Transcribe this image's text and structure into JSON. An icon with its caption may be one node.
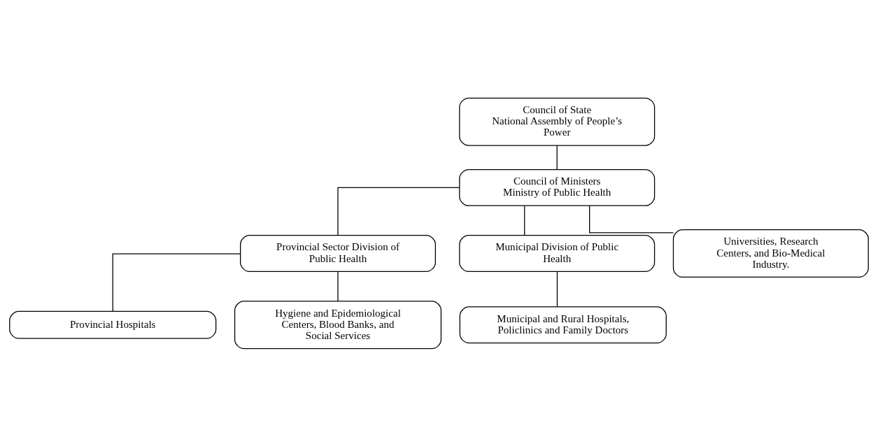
{
  "diagram": {
    "nodes": [
      {
        "text": [
          "Council of State",
          "National Assembly of People’s Power"
        ]
      },
      {
        "text": [
          "Council of Ministers",
          "Ministry of Public Health"
        ]
      },
      {
        "text": [
          "Provincial Sector Division of Public Health"
        ]
      },
      {
        "text": [
          "Municipal Division of Public Health"
        ]
      },
      {
        "text": [
          "Universities, Research Centers, and Bio-Medical Industry."
        ]
      },
      {
        "text": [
          "Provincial Hospitals"
        ]
      },
      {
        "text": [
          "Hygiene and Epidemiological Centers, Blood Banks, and Social Services"
        ]
      },
      {
        "text": [
          "Municipal and Rural Hospitals, Policlinics and Family Doctors"
        ]
      }
    ],
    "edges": [
      {
        "from": 0,
        "to": 1,
        "arrow": "none"
      },
      {
        "from": 1,
        "to": 2,
        "arrow": "none"
      },
      {
        "from": 1,
        "to": 3,
        "arrow": "none"
      },
      {
        "from": 1,
        "to": 4,
        "arrow": "none"
      },
      {
        "from": 2,
        "to": 5,
        "arrow": "none"
      },
      {
        "from": 2,
        "to": 6,
        "arrow": "none"
      },
      {
        "from": 3,
        "to": 7,
        "arrow": "none"
      }
    ]
  }
}
